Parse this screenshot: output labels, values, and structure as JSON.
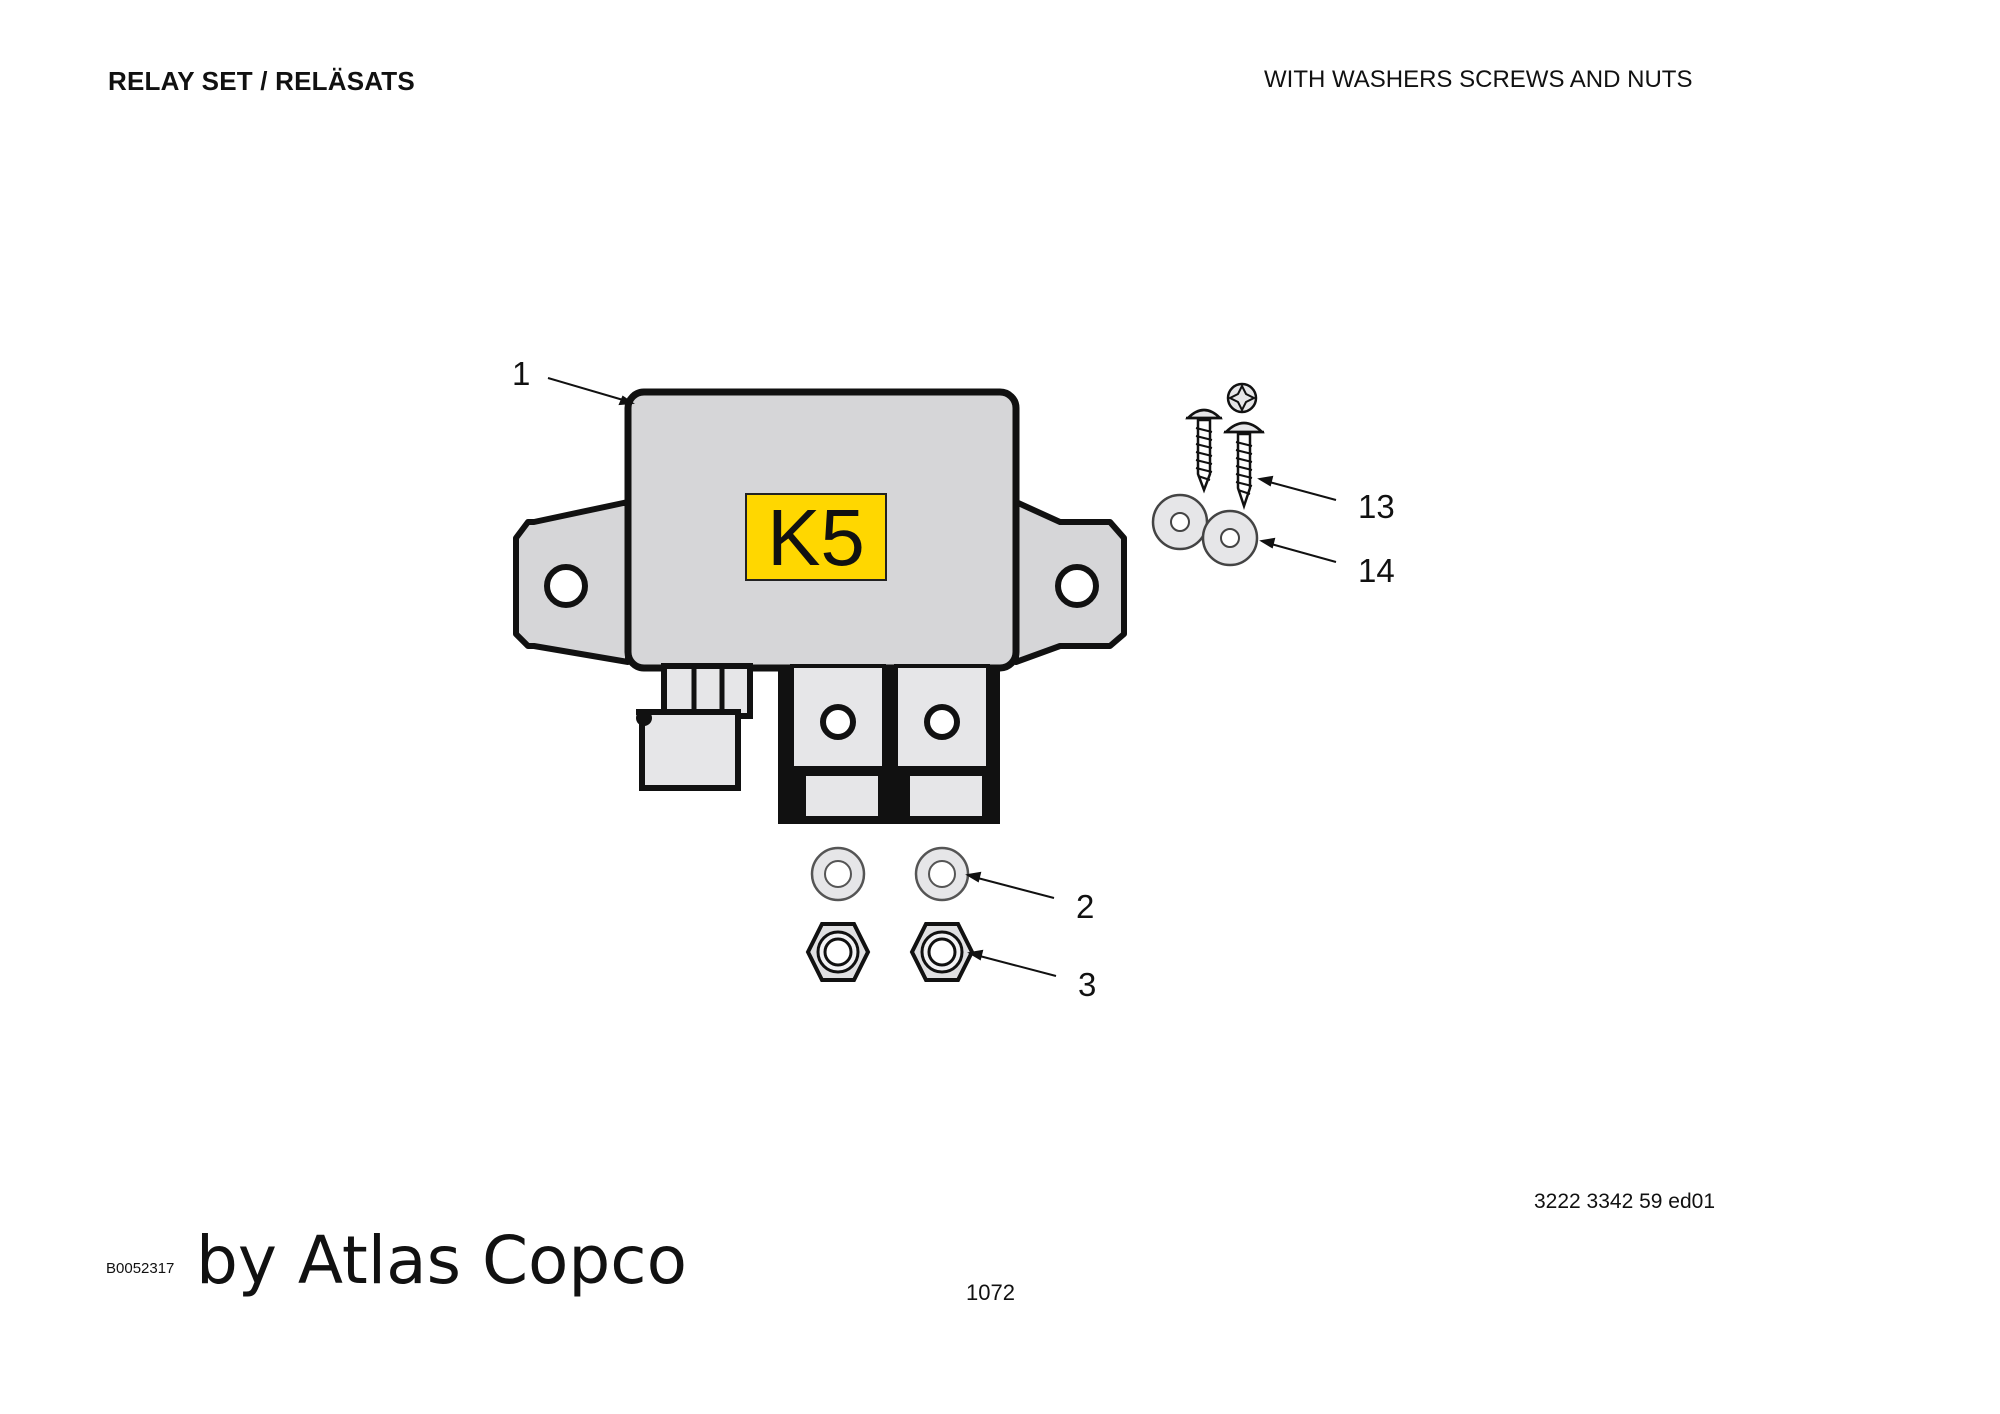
{
  "header": {
    "title": "RELAY SET / RELÄSATS",
    "subtitle": "WITH WASHERS SCREWS AND NUTS"
  },
  "relay": {
    "label": "K5",
    "label_color": "#ffd700",
    "body_color": "#d6d6d8"
  },
  "callouts": {
    "relay": "1",
    "washer_small": "2",
    "nut": "3",
    "screw": "13",
    "washer_large": "14"
  },
  "footer": {
    "doc_number": "3222 3342 59 ed01",
    "image_id": "B0052317",
    "brand": "by Atlas Copco",
    "page_number": "1072"
  }
}
